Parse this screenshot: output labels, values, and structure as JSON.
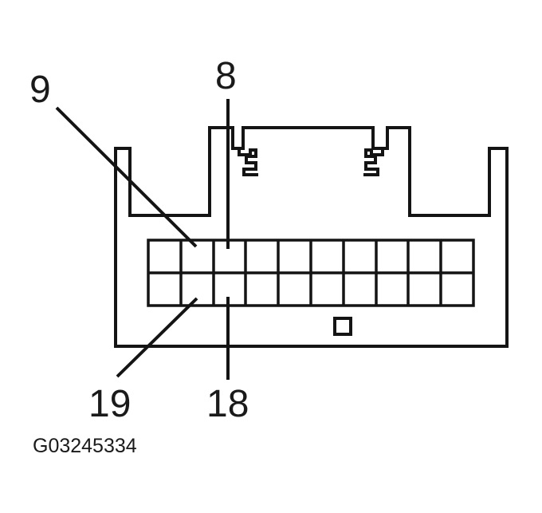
{
  "figure": {
    "id": "G03245334"
  },
  "callouts": {
    "pin_9": "9",
    "pin_8": "8",
    "pin_19": "19",
    "pin_18": "18"
  },
  "connector": {
    "cavity_rows": 2,
    "cavity_columns": 10,
    "stroke_color": "#141414",
    "background_color": "#ffffff"
  }
}
